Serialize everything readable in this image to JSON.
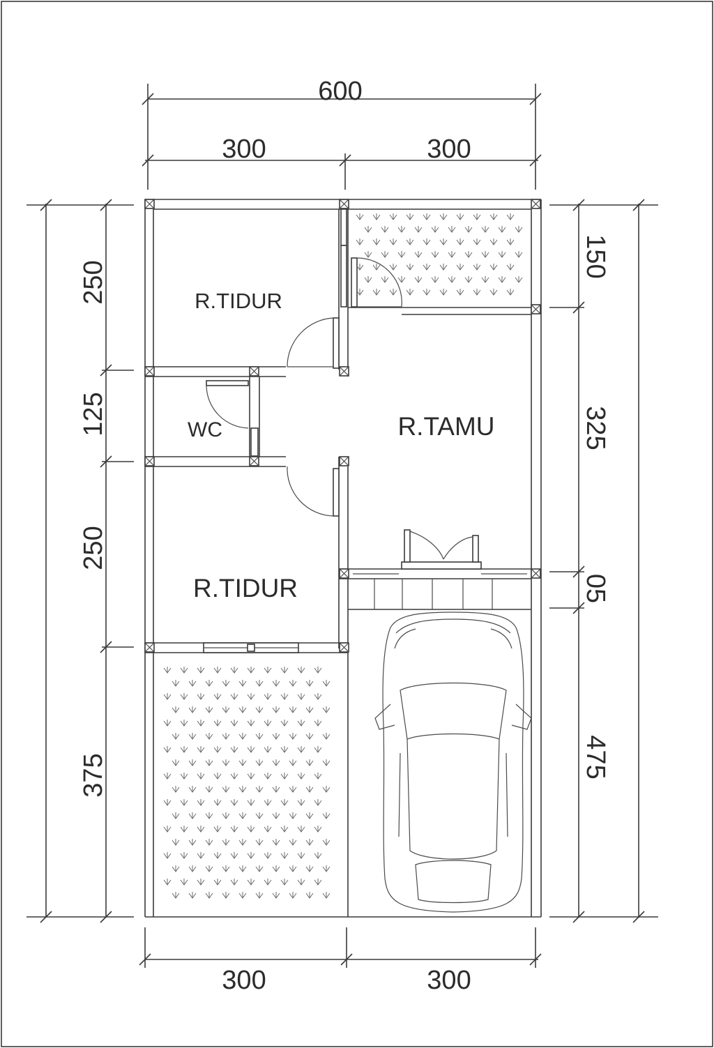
{
  "dimensions": {
    "top_total": "600",
    "top_left": "300",
    "top_right": "300",
    "bottom_left": "300",
    "bottom_right": "300",
    "left_1": "250",
    "left_2": "125",
    "left_3": "250",
    "left_4": "375",
    "right_1": "150",
    "right_2": "325",
    "right_3": "05",
    "right_4": "475"
  },
  "rooms": {
    "bedroom_top": "R.TIDUR",
    "wc": "WC",
    "living": "R.TAMU",
    "bedroom_bottom": "R.TIDUR"
  },
  "colors": {
    "line": "#3a3a3a",
    "background": "#ffffff"
  }
}
